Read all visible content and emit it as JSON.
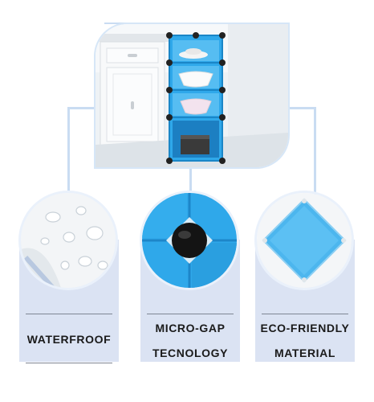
{
  "features": [
    {
      "id": "waterproof",
      "lines": [
        "WATERFROOF"
      ]
    },
    {
      "id": "micro-gap",
      "lines": [
        "MICRO-GAP",
        "TECNOLOGY"
      ]
    },
    {
      "id": "eco-friendly",
      "lines": [
        "ECO-FRIENDLY",
        "MATERIAL"
      ]
    }
  ],
  "colors": {
    "panel_blue": "#2fa8ea",
    "card_bg": "#dbe3f3",
    "frame_line": "#c9dcf2",
    "text": "#1a1a1a"
  }
}
